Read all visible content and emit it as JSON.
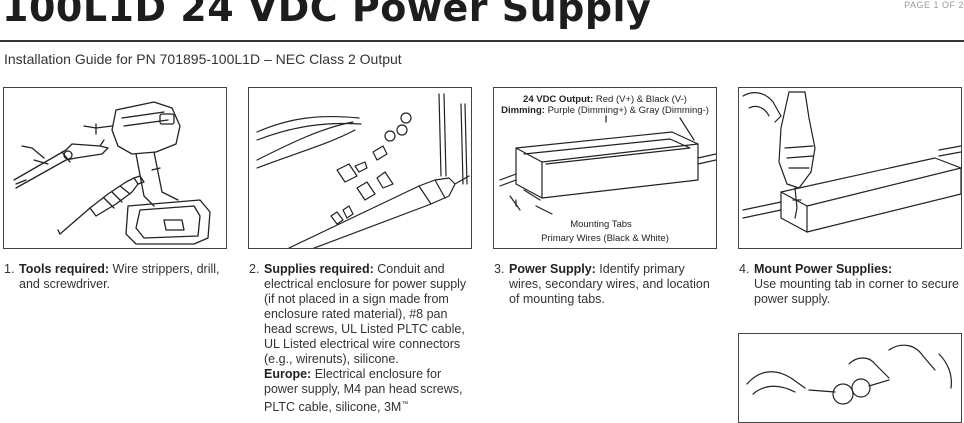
{
  "header": {
    "title": "100L1D 24 VDC Power Supply",
    "page": "PAGE 1 OF 2",
    "subtitle": "Installation Guide for PN 701895-100L1D – NEC Class 2 Output"
  },
  "panel3": {
    "output_label": "24 VDC Output:",
    "output_text": " Red (V+) & Black (V-)",
    "dimming_label": "Dimming:",
    "dimming_text": " Purple (Dimming+) & Gray (Dimming-)",
    "tabs_label": "Mounting Tabs",
    "primary_label": "Primary Wires (Black & White)"
  },
  "steps": [
    {
      "num": "1.",
      "heading": "Tools required:",
      "text": " Wire strippers, drill, and screwdriver."
    },
    {
      "num": "2.",
      "heading": "Supplies required:",
      "text": " Conduit and electrical enclosure for power supply (if not placed in a sign made from enclosure rated material), #8 pan head screws, UL Listed PLTC cable, UL Listed electrical wire connectors (e.g., wirenuts), silicone.",
      "europe_heading": "Europe:",
      "europe_text": " Electrical enclosure for power supply, M4 pan head screws, PLTC cable, silicone, 3M",
      "europe_mark": "™"
    },
    {
      "num": "3.",
      "heading": "Power Supply:",
      "text": " Identify primary wires, secondary wires, and location of mounting tabs."
    },
    {
      "num": "4.",
      "heading": "Mount Power Supplies:",
      "text": "Use mounting tab in corner to secure power supply."
    }
  ]
}
